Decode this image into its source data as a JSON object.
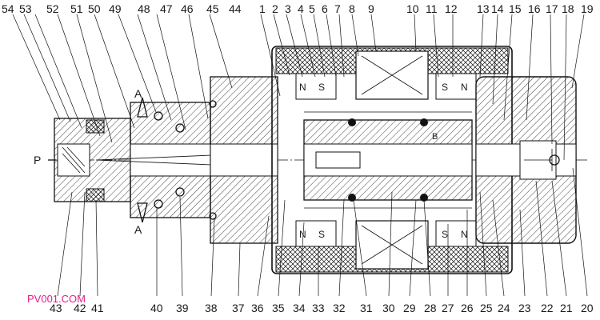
{
  "top_labels": [
    "54",
    "53",
    "52",
    "51",
    "50",
    "49",
    "48",
    "47",
    "46",
    "45",
    "44",
    "1",
    "2",
    "3",
    "4",
    "5",
    "6",
    "7",
    "8",
    "9",
    "10",
    "11",
    "12",
    "13",
    "14",
    "15",
    "16",
    "17",
    "18",
    "19"
  ],
  "bottom_labels": [
    "43",
    "42",
    "41",
    "40",
    "39",
    "38",
    "37",
    "36",
    "35",
    "34",
    "33",
    "32",
    "31",
    "30",
    "29",
    "28",
    "27",
    "26",
    "25",
    "24",
    "23",
    "22",
    "21",
    "20"
  ],
  "section_marks": [
    "A",
    "A"
  ],
  "port_label": "P",
  "magnet_labels": [
    "N",
    "S",
    "S",
    "N",
    "N",
    "S",
    "S",
    "N"
  ],
  "b_label": "B",
  "watermark": "PV001.COM"
}
